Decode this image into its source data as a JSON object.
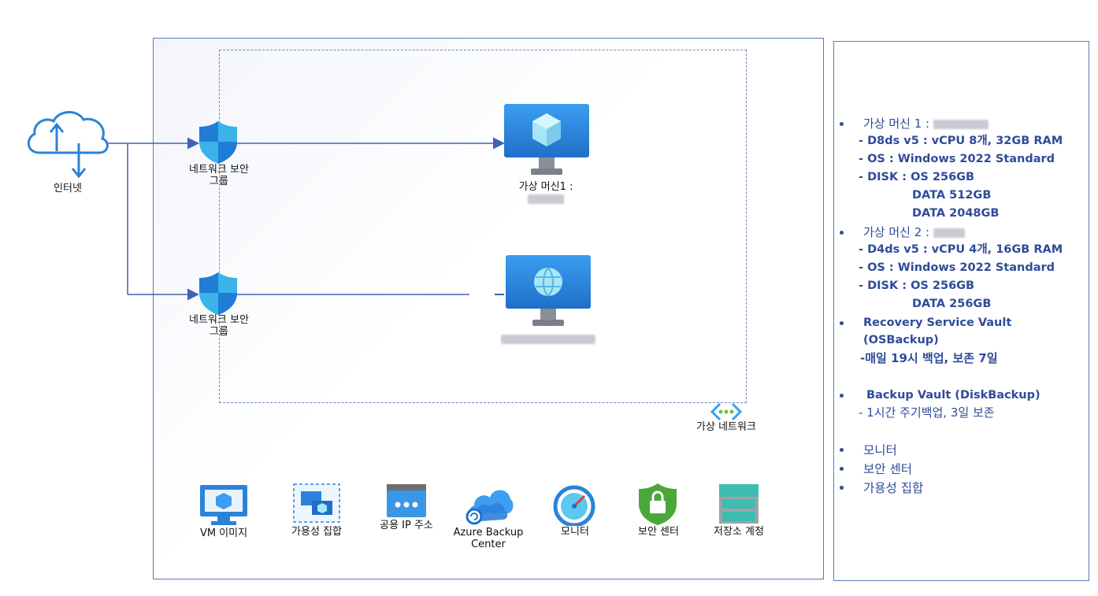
{
  "internet": {
    "label": "인터넷"
  },
  "nsg": {
    "label_line1": "네트워크 보안",
    "label_line2": "그룹"
  },
  "vm1": {
    "label": "가상 머신1 :"
  },
  "vnet": {
    "label": "가상 네트워크"
  },
  "services": [
    {
      "label": "VM 이미지"
    },
    {
      "label": "가용성 집합"
    },
    {
      "label": "공용 IP 주소"
    },
    {
      "label_line1": "Azure Backup",
      "label_line2": "Center"
    },
    {
      "label": "모니터"
    },
    {
      "label": "보안 센터"
    },
    {
      "label": "저장소 계정"
    }
  ],
  "details": {
    "vm1": {
      "title": "가상 머신 1 :",
      "size": "- D8ds v5 : vCPU 8개, 32GB RAM",
      "os": "- OS : Windows 2022 Standard",
      "disk1": "- DISK : OS 256GB",
      "disk2": "DATA 512GB",
      "disk3": "DATA 2048GB"
    },
    "vm2": {
      "title": "가상 머신 2 :",
      "size": "- D4ds v5 : vCPU 4개, 16GB RAM",
      "os": "- OS : Windows 2022 Standard",
      "disk1": "- DISK : OS 256GB",
      "disk2": "DATA 256GB"
    },
    "rsv": {
      "line1": "Recovery Service Vault",
      "line2": "(OSBackup)",
      "line3": "-매일 19시 백업, 보존 7일"
    },
    "bv": {
      "line1": "Backup Vault (DiskBackup)",
      "line2": "- 1시간 주기백업, 3일 보존"
    },
    "extras": [
      "모니터",
      "보안 센터",
      "가용성 집합"
    ]
  },
  "colors": {
    "line": "#3f63b4",
    "border": "#5b79b9",
    "text_blue": "#2f4b9a",
    "azure": "#2b83d9"
  }
}
